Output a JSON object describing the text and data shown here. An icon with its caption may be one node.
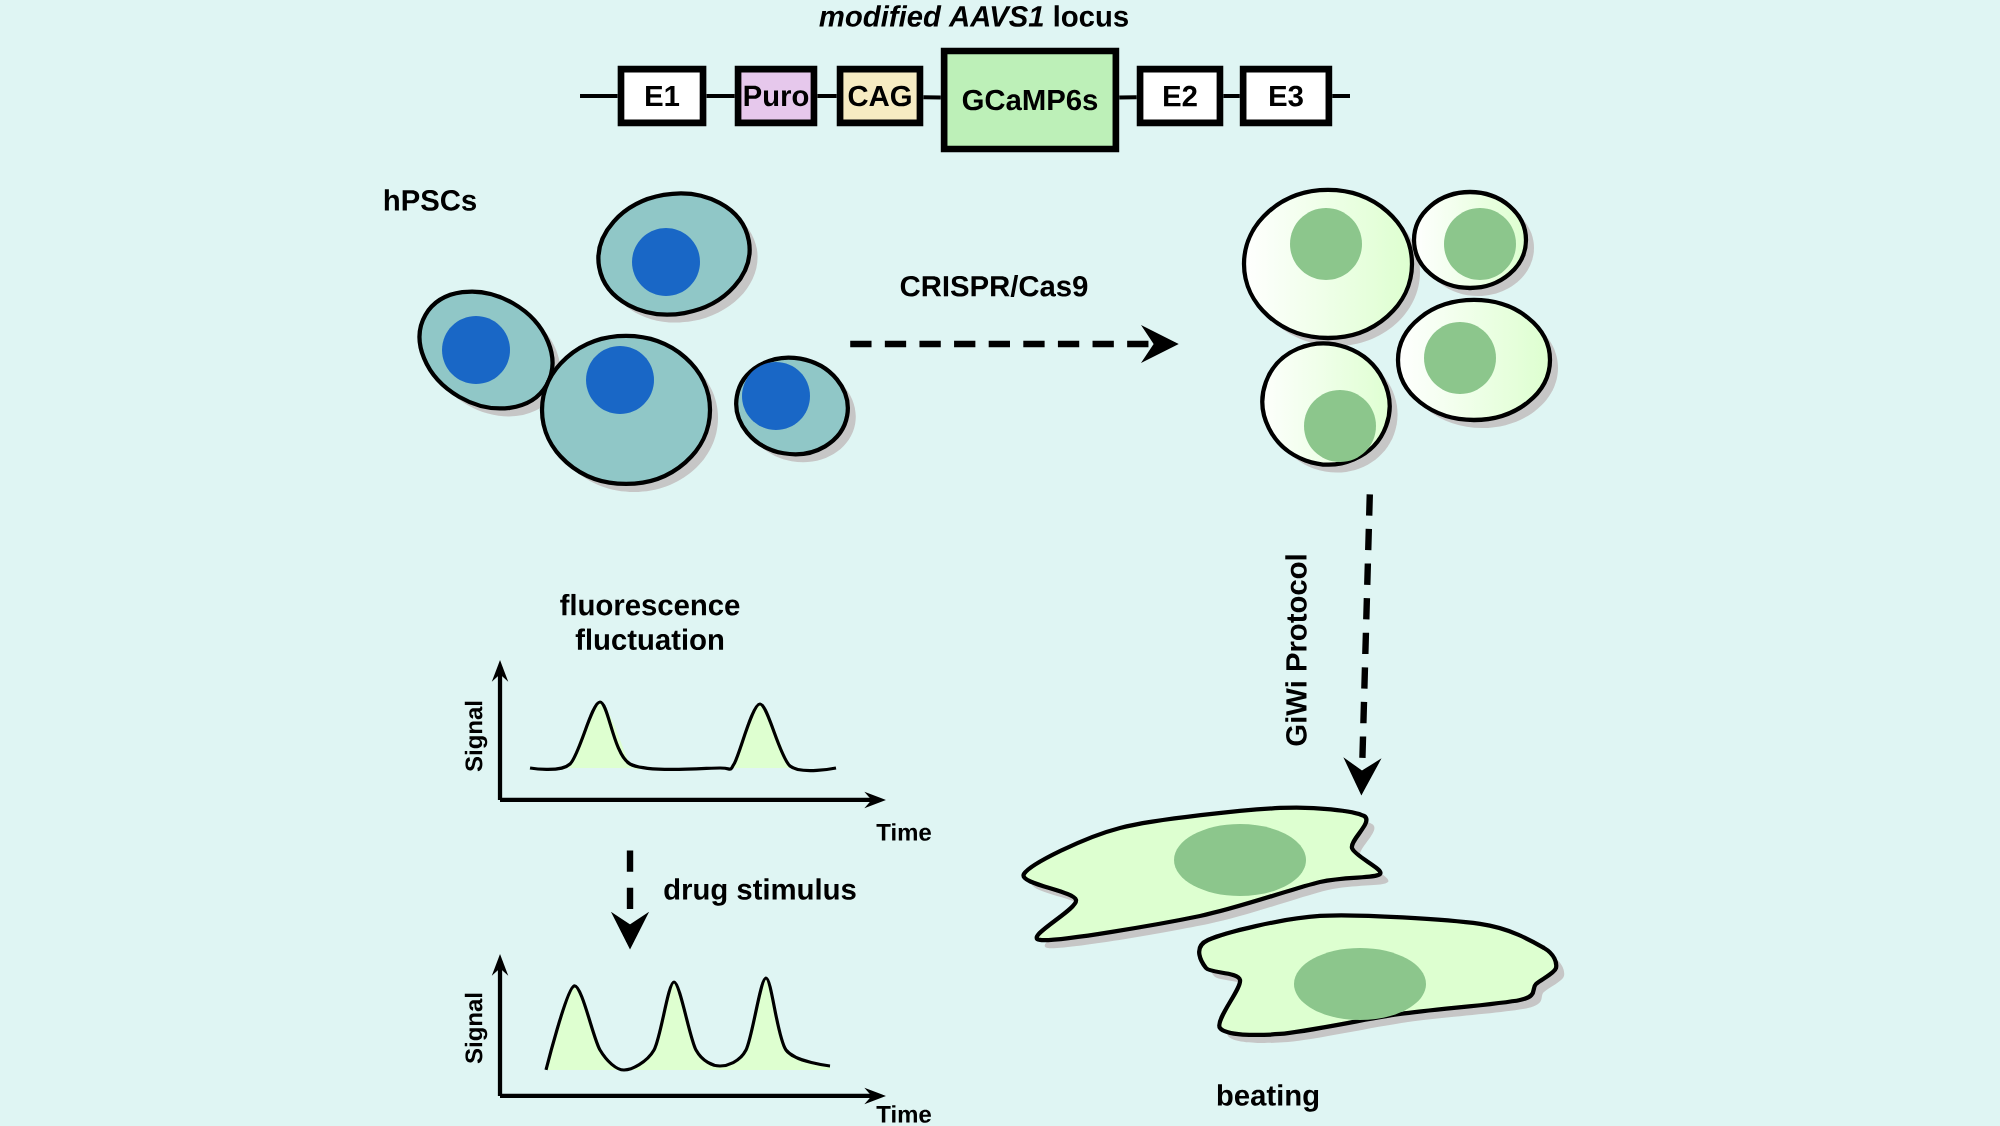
{
  "diagram": {
    "title": "*modified AAVS1* locus",
    "nodes": [
      {
        "text": [
          "hPSCs"
        ]
      },
      {
        "text": [],
        "shape": "picture"
      },
      {
        "text": [],
        "shape": "picture",
        "beside": [
          "beating"
        ]
      },
      {
        "text": [],
        "shape": "picture",
        "beside": [
          "fluorescence fluctuation",
          "Signal",
          "Time"
        ]
      },
      {
        "text": [],
        "shape": "picture",
        "beside": [
          "Signal",
          "Time"
        ]
      },
      {
        "text": [
          "E1"
        ]
      },
      {
        "text": [
          "Puro"
        ]
      },
      {
        "text": [
          "CAG"
        ]
      },
      {
        "text": [
          "GCaMP6s"
        ]
      },
      {
        "text": [
          "E2"
        ]
      },
      {
        "text": [
          "E3"
        ]
      }
    ],
    "edges": [
      {
        "from": 0,
        "to": 1,
        "arrow": "to",
        "label": "CRISPR/Cas9",
        "style": "dashed"
      },
      {
        "from": 1,
        "to": 2,
        "arrow": "to",
        "label": "GiWi Protocol",
        "style": "dashed"
      },
      {
        "from": 3,
        "to": 4,
        "arrow": "to",
        "label": "drug stimulus",
        "style": "dashed"
      },
      {
        "from": null,
        "to": 5,
        "arrow": "none"
      },
      {
        "from": 5,
        "to": 6,
        "arrow": "none"
      },
      {
        "from": 6,
        "to": 7,
        "arrow": "none"
      },
      {
        "from": 7,
        "to": 8,
        "arrow": "none"
      },
      {
        "from": 8,
        "to": 9,
        "arrow": "none"
      },
      {
        "from": 9,
        "to": 10,
        "arrow": "none"
      },
      {
        "from": 10,
        "to": null,
        "arrow": "none"
      }
    ]
  }
}
